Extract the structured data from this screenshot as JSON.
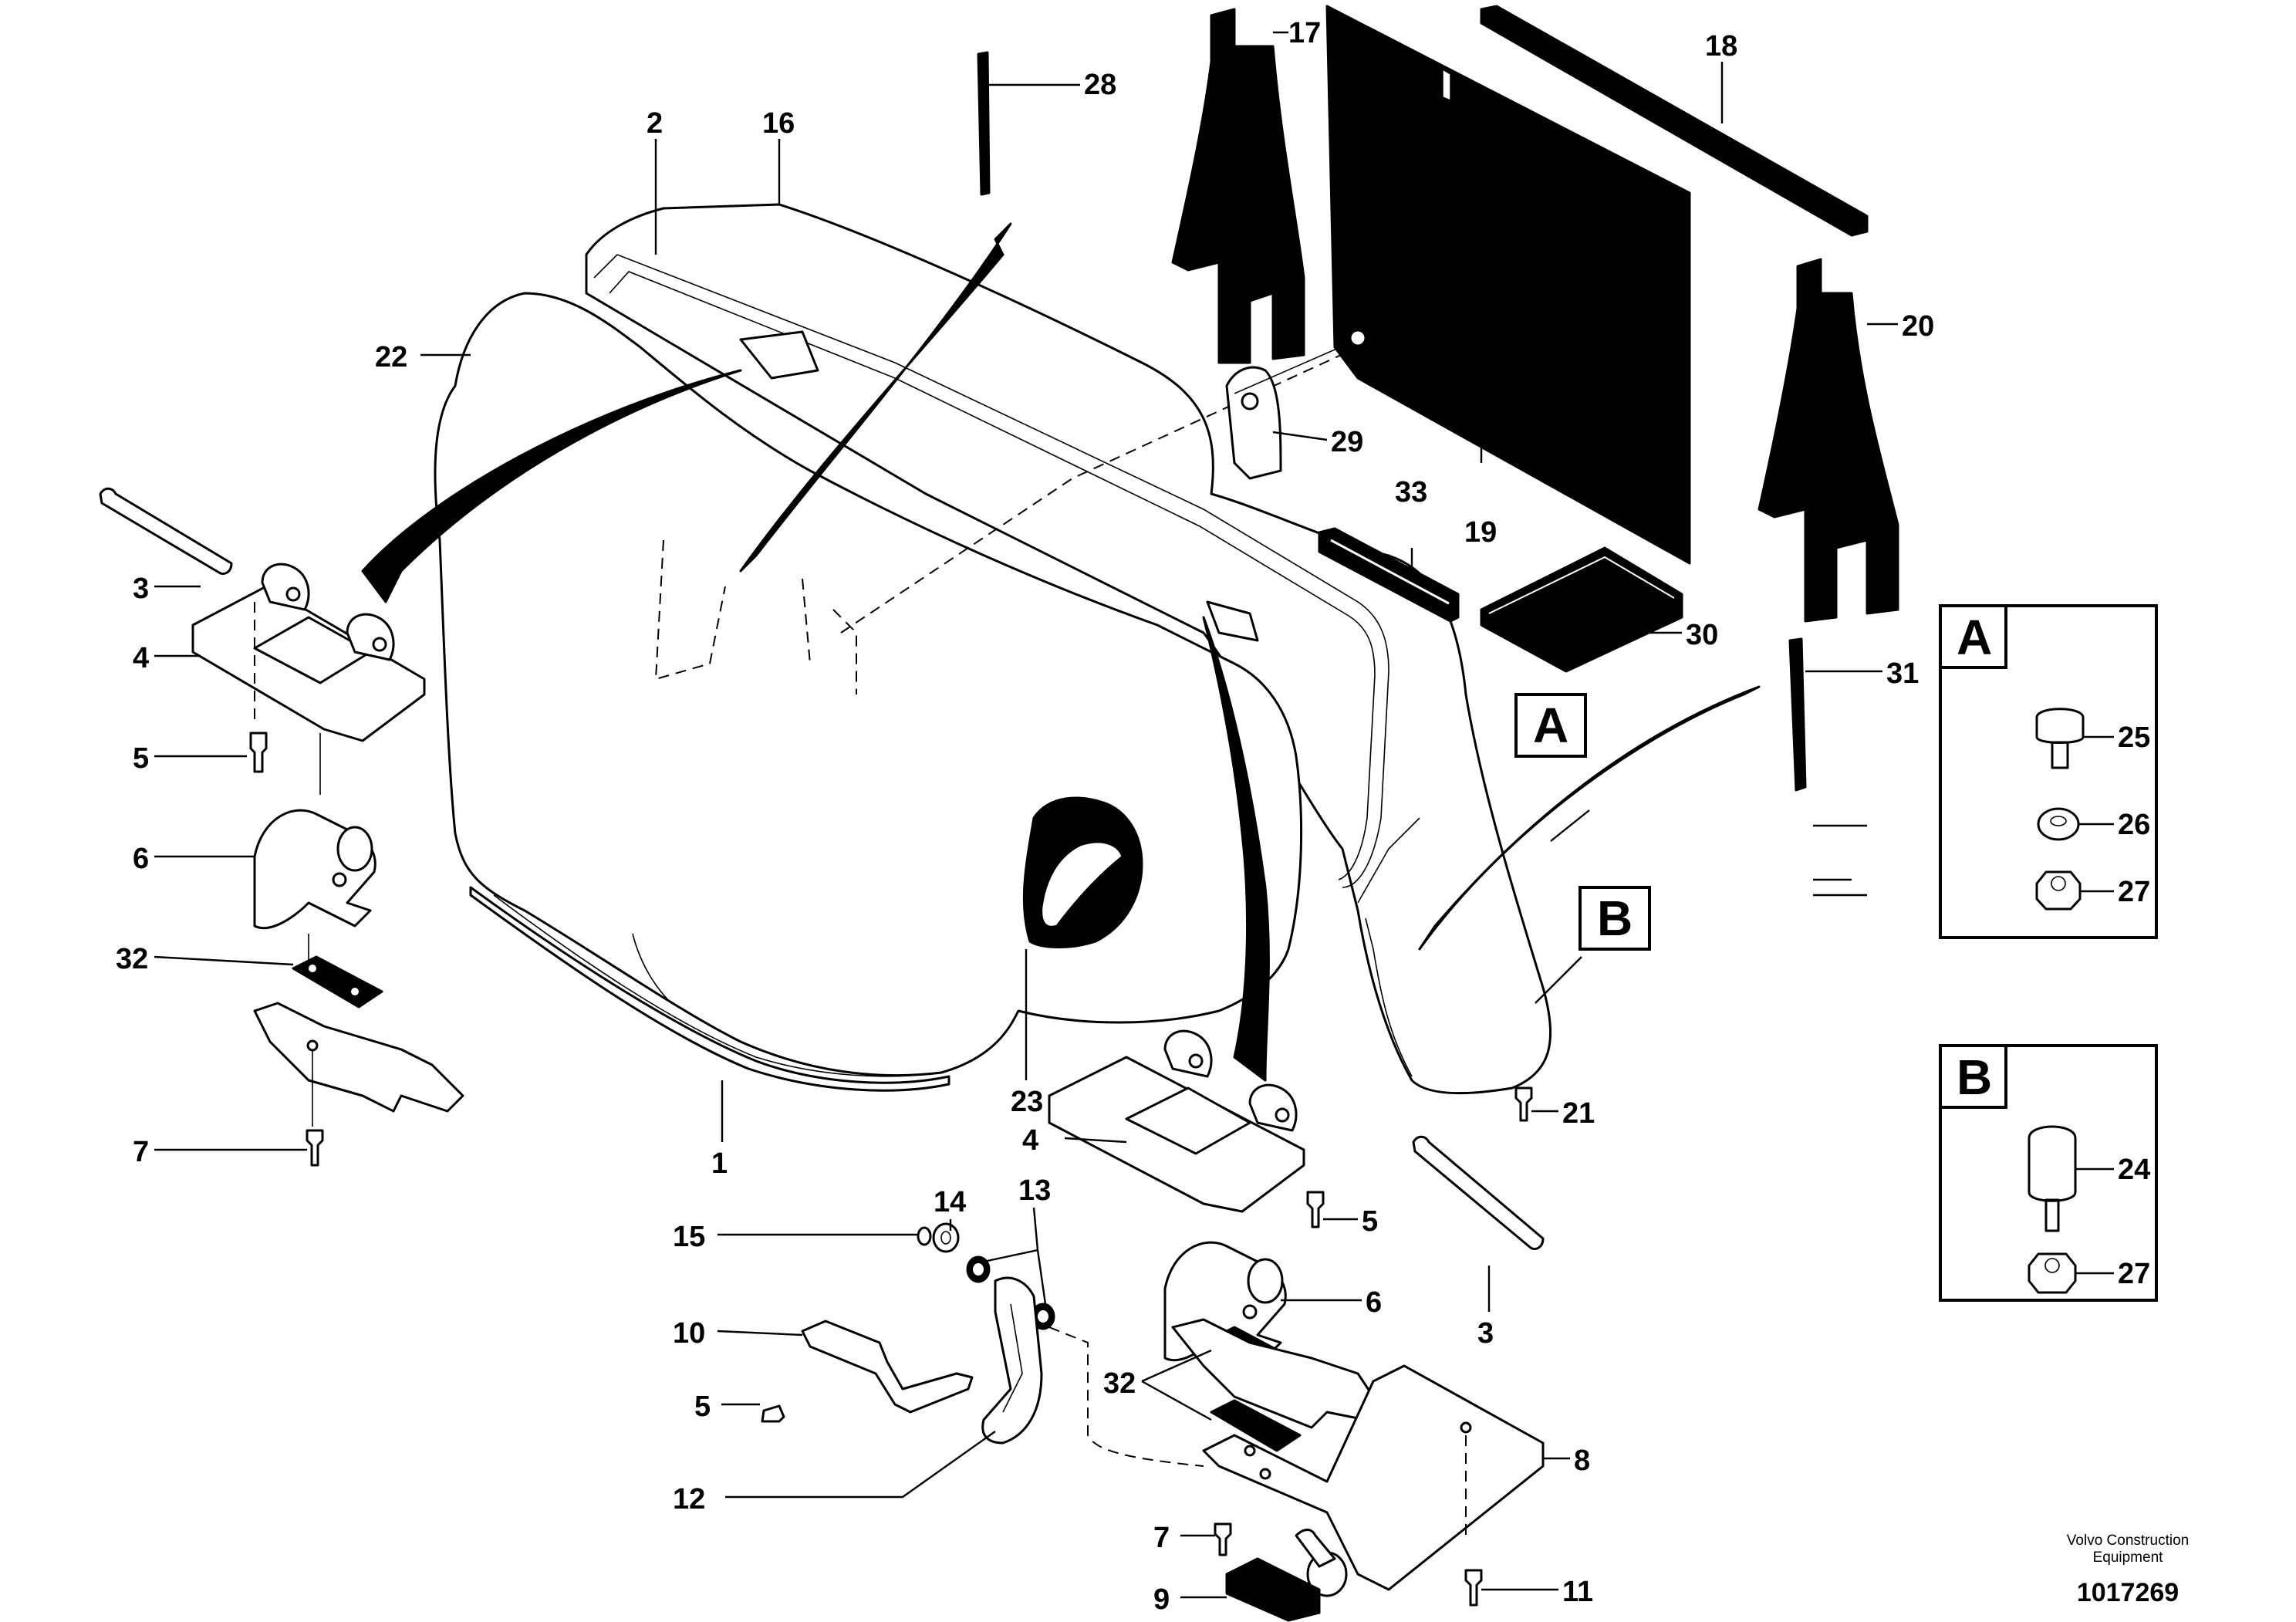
{
  "callouts": {
    "c1": "1",
    "c2": "2",
    "c3a": "3",
    "c3b": "3",
    "c4a": "4",
    "c4b": "4",
    "c5a": "5",
    "c5b": "5",
    "c5c": "5",
    "c6a": "6",
    "c6b": "6",
    "c7a": "7",
    "c7b": "7",
    "c8": "8",
    "c9": "9",
    "c10": "10",
    "c11": "11",
    "c12": "12",
    "c13": "13",
    "c14": "14",
    "c15": "15",
    "c16": "16",
    "c17": "17",
    "c18": "18",
    "c19": "19",
    "c20": "20",
    "c21": "21",
    "c22": "22",
    "c23": "23",
    "c28": "28",
    "c29": "29",
    "c30": "30",
    "c31": "31",
    "c32a": "32",
    "c32b": "32",
    "c33": "33"
  },
  "reference_flags": {
    "a": "A",
    "b": "B"
  },
  "detail_a": {
    "letter": "A",
    "c25": "25",
    "c26": "26",
    "c27": "27"
  },
  "detail_b": {
    "letter": "B",
    "c24": "24",
    "c27": "27"
  },
  "footer": {
    "brand_line1": "Volvo Construction",
    "brand_line2": "Equipment",
    "drawing_number": "1017269"
  }
}
